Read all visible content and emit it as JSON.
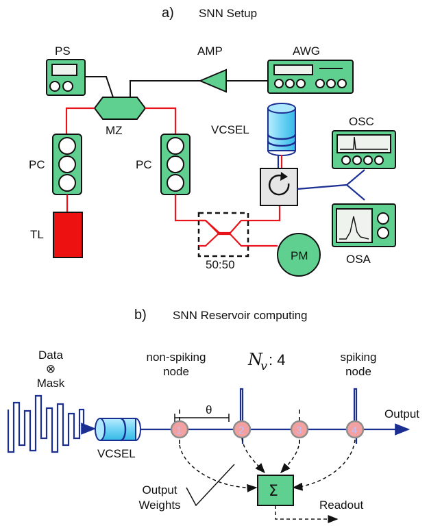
{
  "panel_a": {
    "letter": "a)",
    "title": "SNN Setup",
    "labels": {
      "ps": "PS",
      "amp": "AMP",
      "awg": "AWG",
      "mz": "MZ",
      "pc_left": "PC",
      "pc_right": "PC",
      "vcsel": "VCSEL",
      "osc": "OSC",
      "osa": "OSA",
      "tl": "TL",
      "pm": "PM",
      "splitter": "50:50"
    }
  },
  "panel_b": {
    "letter": "b)",
    "title": "SNN Reservoir computing",
    "input": {
      "line1": "Data",
      "line2": "⊗",
      "line3": "Mask"
    },
    "non_spiking": {
      "line1": "non-spiking",
      "line2": "node"
    },
    "spiking": {
      "line1": "spiking",
      "line2": "node"
    },
    "nv": {
      "symbol": "N",
      "subscript": "v",
      "value": ": 4"
    },
    "theta": "θ",
    "vcsel": "VCSEL",
    "output": "Output",
    "weights": {
      "line1": "Output",
      "line2": "Weights"
    },
    "sum": "Σ",
    "readout": "Readout",
    "node_numbers": [
      "1",
      "2",
      "3",
      "4"
    ]
  },
  "colors": {
    "device_green": "#5fd08f",
    "fiber_red": "#e8141b",
    "fiber_blue": "#1b2f93",
    "laser_red": "#e8141b",
    "vcsel_cyan": "#7fd8f5",
    "node_pink": "#f2a0a0"
  }
}
